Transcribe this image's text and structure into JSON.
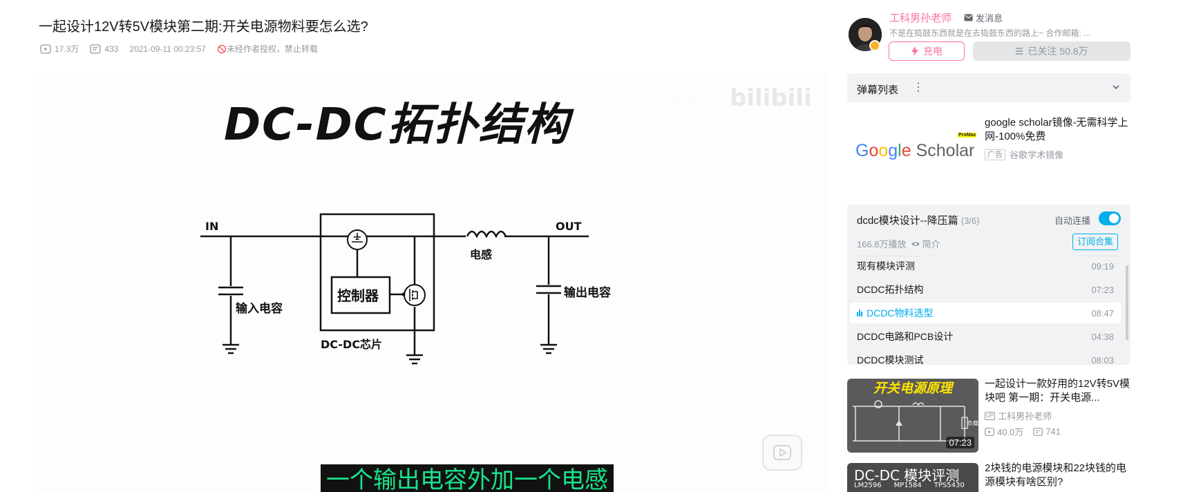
{
  "video": {
    "title": "一起设计12V转5V模块第二期:开关电源物料要怎么选?",
    "views": "17.3万",
    "danmaku_count": "433",
    "publish_time": "2021-09-11 00:23:57",
    "copyright_note": "未经作者授权，禁止转载"
  },
  "player": {
    "slide_title": "DC-DC拓扑结构",
    "watermark": "bilibili",
    "circuit_labels": {
      "in": "IN",
      "out": "OUT",
      "inductor": "电感",
      "input_cap": "输入电容",
      "output_cap": "输出电容",
      "controller": "控制器",
      "chip": "DC-DC芯片"
    },
    "subtitle": "一个输出电容外加一个电感"
  },
  "uploader": {
    "name": "工科男孙老师",
    "message_label": "发消息",
    "description": "不是在捣鼓东西就是在去捣鼓东西的路上~ 合作邮箱: ...",
    "charge_label": "充电",
    "follow_label": "已关注 50.8万"
  },
  "danmaku": {
    "label": "弹幕列表"
  },
  "ad": {
    "logo_text": "Google Scholar",
    "promax": "ProMax",
    "title": "google scholar镜像-无需科学上网-100%免费",
    "tag": "广告",
    "source": "谷歌学术镜像"
  },
  "playlist": {
    "title": "dcdc模块设计--降压篇",
    "count": "(3/6)",
    "autoplay_label": "自动连播",
    "autoplay_on": true,
    "plays": "166.8万播放",
    "intro_label": "简介",
    "subscribe_label": "订阅合集",
    "items": [
      {
        "title": "现有模块评测",
        "duration": "09:19"
      },
      {
        "title": "DCDC拓扑结构",
        "duration": "07:23"
      },
      {
        "title": "DCDC物料选型",
        "duration": "08:47"
      },
      {
        "title": "DCDC电路和PCB设计",
        "duration": "04:38"
      },
      {
        "title": "DCDC模块测试",
        "duration": "08:03"
      }
    ]
  },
  "recommendations": [
    {
      "thumb_title": "开关电源原理",
      "thumb_label": "负载",
      "duration": "07:23",
      "title": "一起设计一款好用的12V转5V模块吧 第一期：开关电源...",
      "up_name": "工科男孙老师",
      "views": "40.0万",
      "danmaku": "741"
    },
    {
      "thumb_title": "DC-DC 模块评测",
      "thumb_chips": [
        "LM2596",
        "MP1584",
        "TPS5430"
      ],
      "title": "2块钱的电源模块和22块钱的电源模块有啥区别?"
    }
  ],
  "colors": {
    "accent_blue": "#00aeec",
    "accent_pink": "#fb7299",
    "subtitle_green": "#19e38a"
  }
}
